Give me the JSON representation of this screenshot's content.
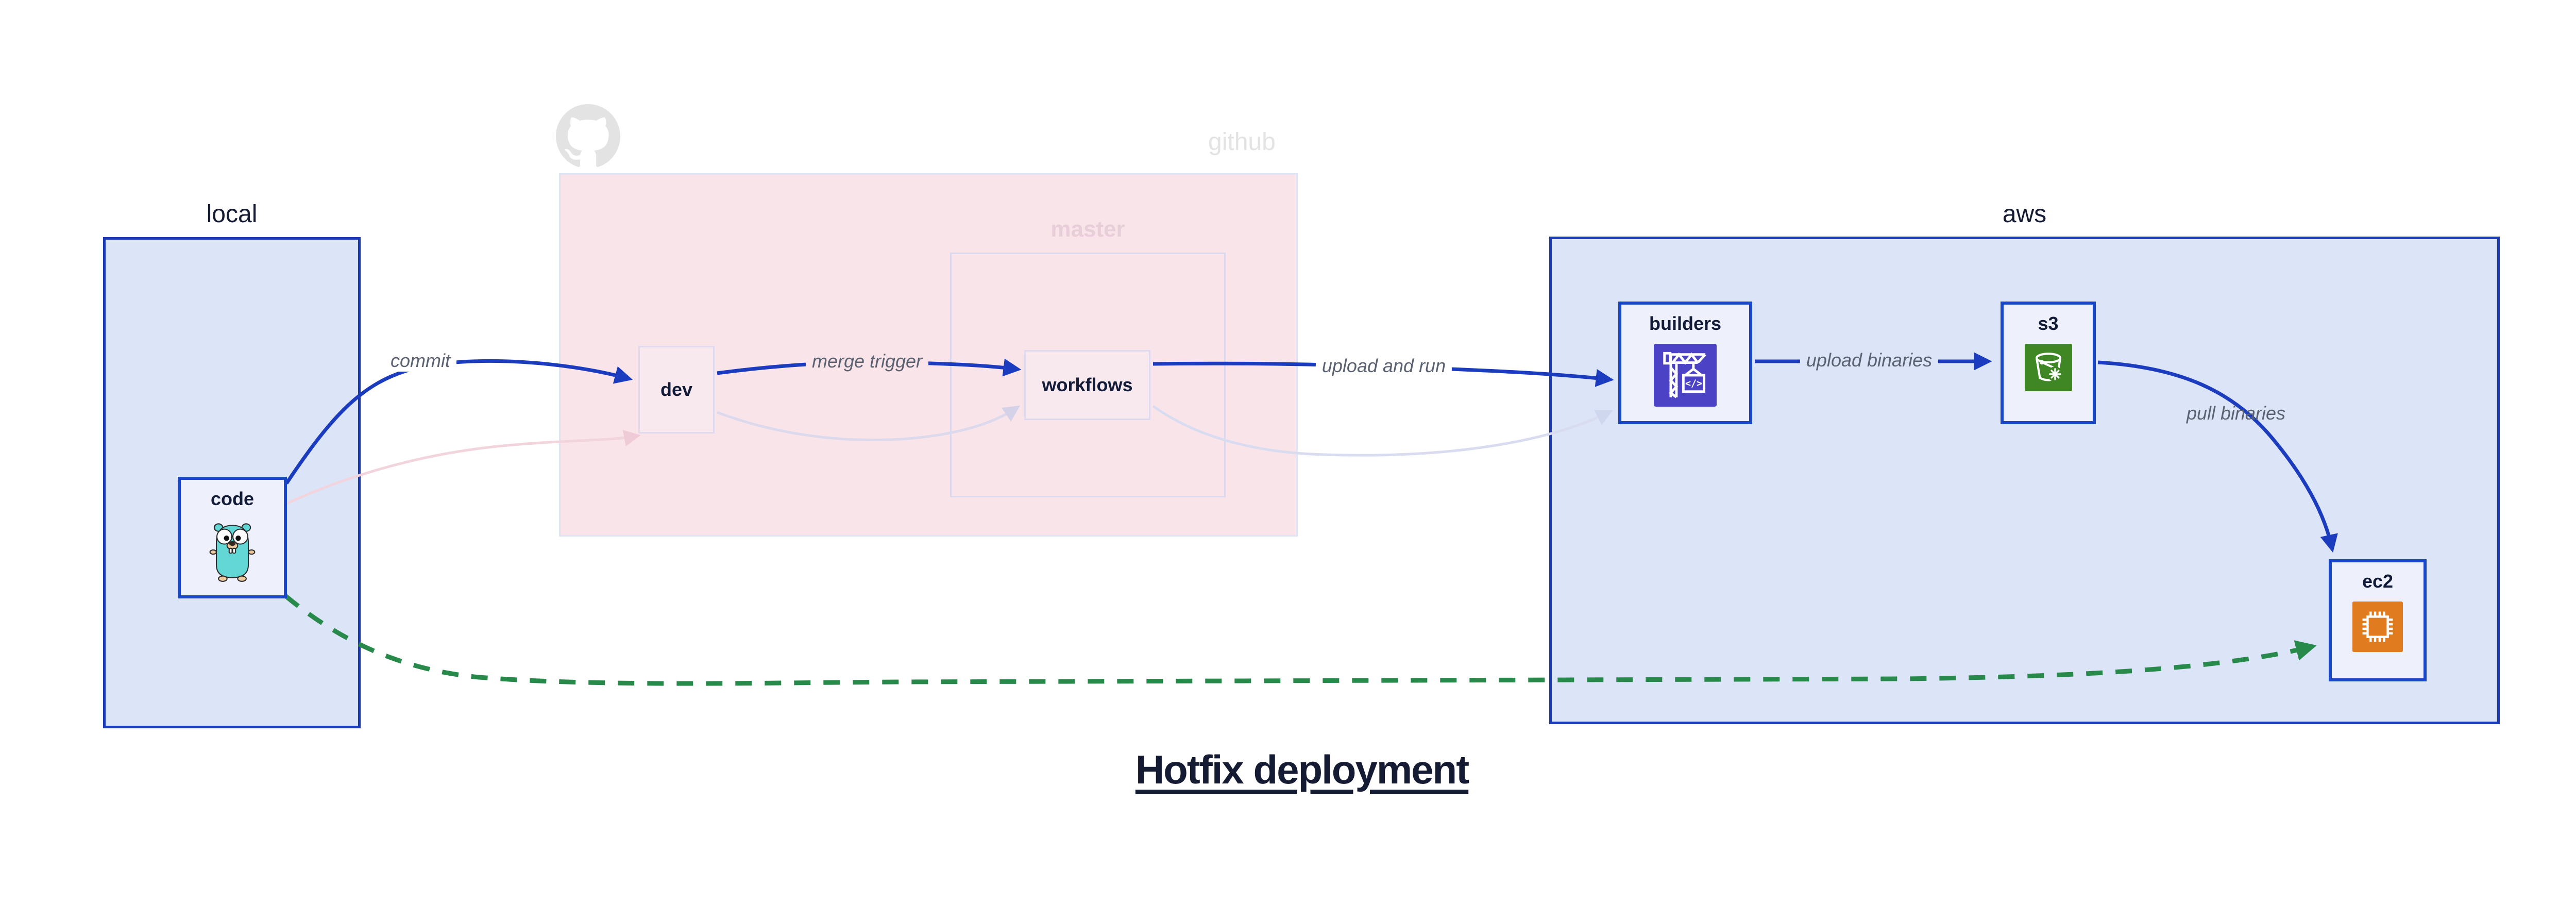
{
  "title": "Hotfix deployment",
  "containers": {
    "local": {
      "label": "local"
    },
    "github": {
      "label": "github"
    },
    "master": {
      "label": "master"
    },
    "aws": {
      "label": "aws"
    }
  },
  "nodes": {
    "code": {
      "label": "code",
      "icon": "go-gopher"
    },
    "dev": {
      "label": "dev"
    },
    "workflows": {
      "label": "workflows"
    },
    "builders": {
      "label": "builders",
      "icon": "aws-codebuild-crane",
      "icon_text": "</>"
    },
    "s3": {
      "label": "s3",
      "icon": "aws-s3-glacier-bucket"
    },
    "ec2": {
      "label": "ec2",
      "icon": "aws-ec2-chip"
    }
  },
  "edges": {
    "commit": {
      "label": "commit",
      "from": "code",
      "to": "dev",
      "style": "solid-blue"
    },
    "merge_trigger": {
      "label": "merge trigger",
      "from": "dev",
      "to": "workflows",
      "style": "solid-blue"
    },
    "upload_and_run": {
      "label": "upload and run",
      "from": "workflows",
      "to": "builders",
      "style": "solid-blue"
    },
    "upload_binaries": {
      "label": "upload binaries",
      "from": "builders",
      "to": "s3",
      "style": "solid-blue"
    },
    "pull_binaries": {
      "label": "pull binaries",
      "from": "s3",
      "to": "ec2",
      "style": "solid-blue"
    },
    "hotfix": {
      "from": "code",
      "to": "ec2",
      "style": "dashed-green"
    },
    "faded_commit": {
      "from": "code",
      "to": "dev",
      "style": "faded-pink"
    },
    "faded_merge": {
      "from": "dev",
      "to": "workflows",
      "style": "faded-lavender"
    },
    "faded_upload": {
      "from": "workflows",
      "to": "builders",
      "style": "faded-lavender"
    }
  },
  "colors": {
    "container_fill": "#dce4f8",
    "container_border": "#1a3ab8",
    "node_fill": "#eef1fc",
    "node_border": "#1a46c8",
    "edge_blue": "#1b3cbe",
    "hotfix_green": "#27894a",
    "github_fill": "#f9e5e9",
    "faded_pink": "#efcbd7",
    "faded_lavender": "#d5d1e8",
    "edge_label_gray": "#5a6170",
    "text_dark": "#141b33",
    "codebuild_purple": "#4b42c6",
    "s3_green": "#3f8624",
    "ec2_orange": "#e07c1f",
    "octocat_gray": "#e3e3e3",
    "gopher_teal": "#62d7d6"
  }
}
